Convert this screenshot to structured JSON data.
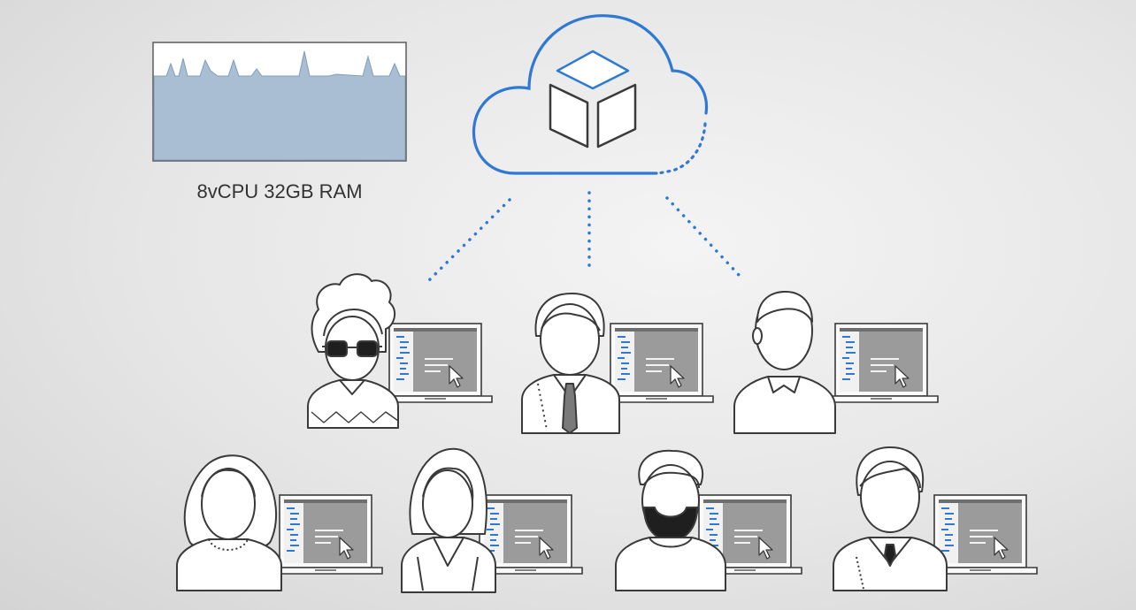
{
  "resource_spec": "8vCPU 32GB RAM",
  "colors": {
    "accent": "#2f79d2",
    "outline": "#3a3a3a",
    "screen": "#9a9a9a",
    "chart_fill": "#a9bed3",
    "background": "#e8e8e8"
  },
  "users": [
    {
      "id": "user-curly-hair-glasses",
      "icon": "person-curly-hair-glasses-icon"
    },
    {
      "id": "user-tie",
      "icon": "person-tie-icon"
    },
    {
      "id": "user-collar",
      "icon": "person-collar-icon"
    },
    {
      "id": "user-long-hair",
      "icon": "person-long-hair-icon"
    },
    {
      "id": "user-bob-hair",
      "icon": "person-bob-hair-icon"
    },
    {
      "id": "user-beard",
      "icon": "person-beard-icon"
    },
    {
      "id": "user-suit",
      "icon": "person-suit-icon"
    }
  ]
}
